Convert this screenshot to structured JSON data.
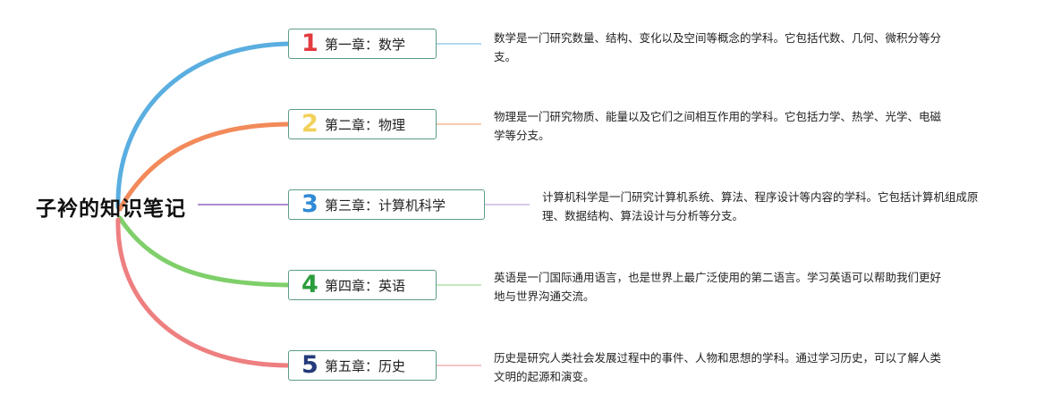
{
  "root": {
    "title": "子衿的知识笔记"
  },
  "chapters": [
    {
      "number": "1",
      "label": "第一章：数学",
      "color": "#e23b40",
      "branch_color": "#5aaee0",
      "description": "数学是一门研究数量、结构、变化以及空间等概念的学科。它包括代数、几何、微积分等分支。"
    },
    {
      "number": "2",
      "label": "第二章：物理",
      "color": "#f2d15a",
      "branch_color": "#f28a5a",
      "description": "物理是一门研究物质、能量以及它们之间相互作用的学科。它包括力学、热学、光学、电磁学等分支。"
    },
    {
      "number": "3",
      "label": "第三章：计算机科学",
      "color": "#2f8ad6",
      "branch_color": "#a98bd0",
      "description": "计算机科学是一门研究计算机系统、算法、程序设计等内容的学科。它包括计算机组成原理、数据结构、算法设计与分析等分支。"
    },
    {
      "number": "4",
      "label": "第四章：英语",
      "color": "#2a9d3c",
      "branch_color": "#7fcf6a",
      "description": "英语是一门国际通用语言，也是世界上最广泛使用的第二语言。学习英语可以帮助我们更好地与世界沟通交流。"
    },
    {
      "number": "5",
      "label": "第五章：历史",
      "color": "#243a7a",
      "branch_color": "#ee7f80",
      "description": "历史是研究人类社会发展过程中的事件、人物和思想的学科。通过学习历史，可以了解人类文明的起源和演变。"
    }
  ]
}
